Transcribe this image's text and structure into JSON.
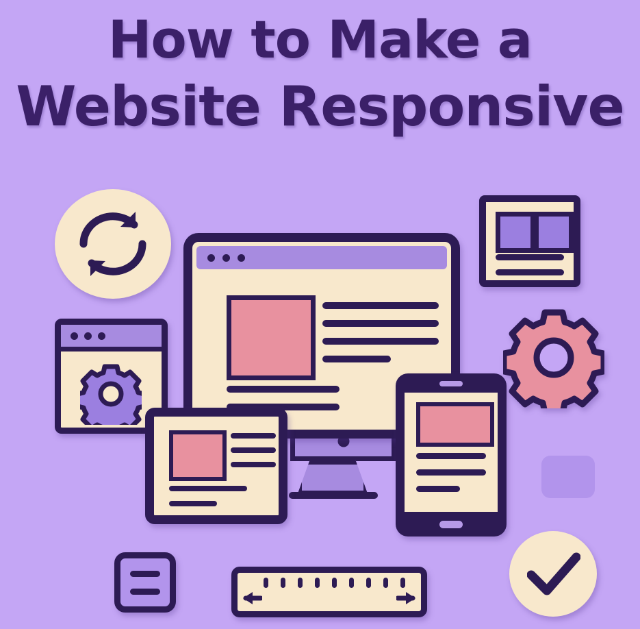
{
  "page": {
    "title_line_1": "How to Make a",
    "title_line_2": "Website Responsive"
  },
  "colors": {
    "background": "#c4a6f5",
    "ink": "#2d1b54",
    "cream": "#f8e8cc",
    "pink": "#e8919f",
    "purple_mid": "#a78be0",
    "purple_light": "#b294ec",
    "purple_deep": "#9b7fe0"
  },
  "illustration": {
    "sync_icon": {
      "name": "sync-refresh-icon",
      "label": "Sync"
    },
    "browser_gear": {
      "name": "browser-settings-window",
      "label": "Browser settings",
      "dots": 3,
      "gear_color": "#9b7fe0"
    },
    "monitor": {
      "name": "desktop-monitor",
      "label": "Desktop monitor",
      "dots": 3,
      "image_placeholder": "image",
      "body_lines": [
        100,
        100,
        100,
        60
      ],
      "footer_lines": [
        100,
        100
      ]
    },
    "laptop_card": {
      "name": "laptop-layout-card",
      "label": "Laptop layout",
      "image_placeholder": "image",
      "side_lines": [
        100,
        100,
        100
      ],
      "footer_lines": [
        100,
        62
      ]
    },
    "tablet": {
      "name": "tablet-device",
      "label": "Tablet",
      "image_placeholder": "image",
      "body_lines": [
        100,
        100,
        63
      ]
    },
    "grid_card": {
      "name": "grid-layout-card",
      "label": "Grid layout",
      "boxes": 2,
      "lines": [
        100,
        100
      ]
    },
    "pink_gear": {
      "name": "gear-icon",
      "label": "Settings"
    },
    "purple_square": {
      "name": "rounded-square-shape",
      "label": "Block"
    },
    "check_icon": {
      "name": "checkmark-icon",
      "label": "Done"
    },
    "menu_icon": {
      "name": "menu-hamburger-icon",
      "label": "Menu",
      "lines": 2
    },
    "ruler": {
      "name": "resize-ruler",
      "label": "Resize width",
      "ticks": 9,
      "left_arrow": "arrow-left",
      "right_arrow": "arrow-right"
    }
  }
}
